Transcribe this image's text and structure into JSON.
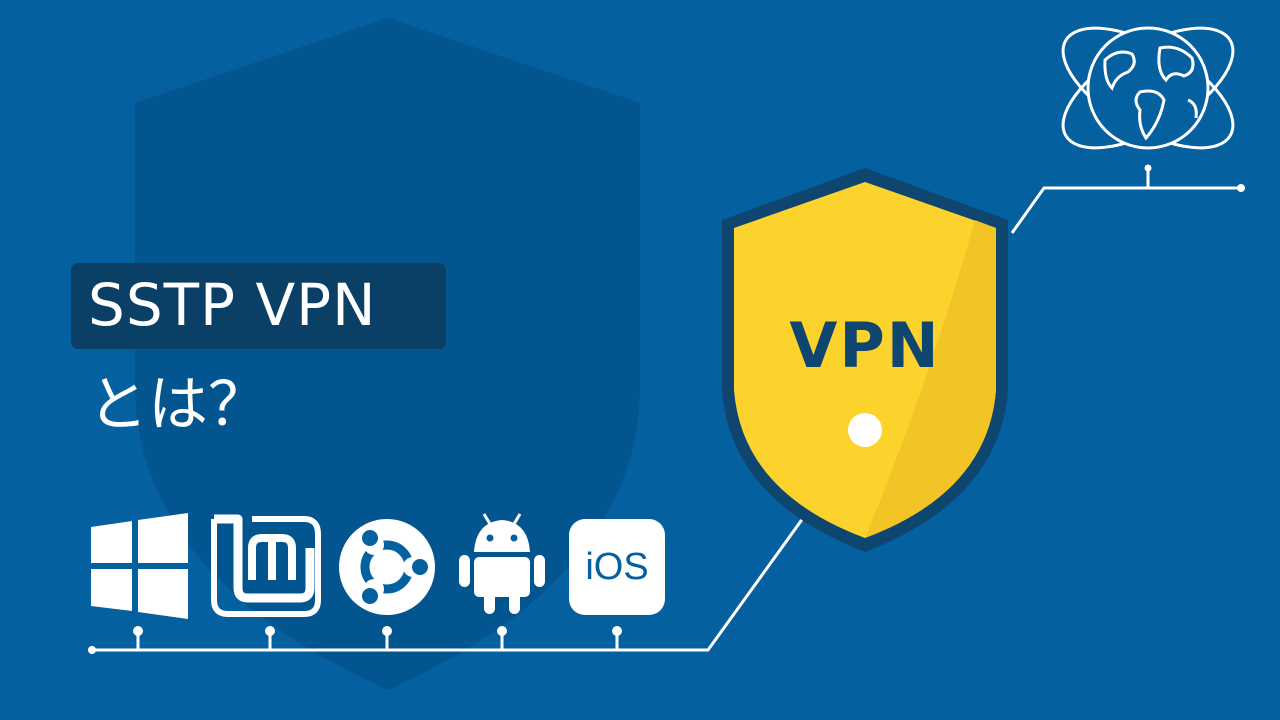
{
  "title": {
    "line1": "SSTP VPN",
    "line2": "とは？"
  },
  "shield": {
    "label": "VPN"
  },
  "platforms": {
    "windows": "windows-logo",
    "mint": "linux-mint-logo",
    "ubuntu": "ubuntu-logo",
    "android": "android-logo",
    "ios": {
      "label": "iOS"
    }
  },
  "internet": {
    "icon": "globe-icon"
  },
  "colors": {
    "background": "#04609f",
    "shield_back": "#03558f",
    "shield_yellow": "#fcd22c",
    "shield_border": "#0e4670",
    "title_box": "#0a3f66",
    "line": "#ffffff"
  }
}
